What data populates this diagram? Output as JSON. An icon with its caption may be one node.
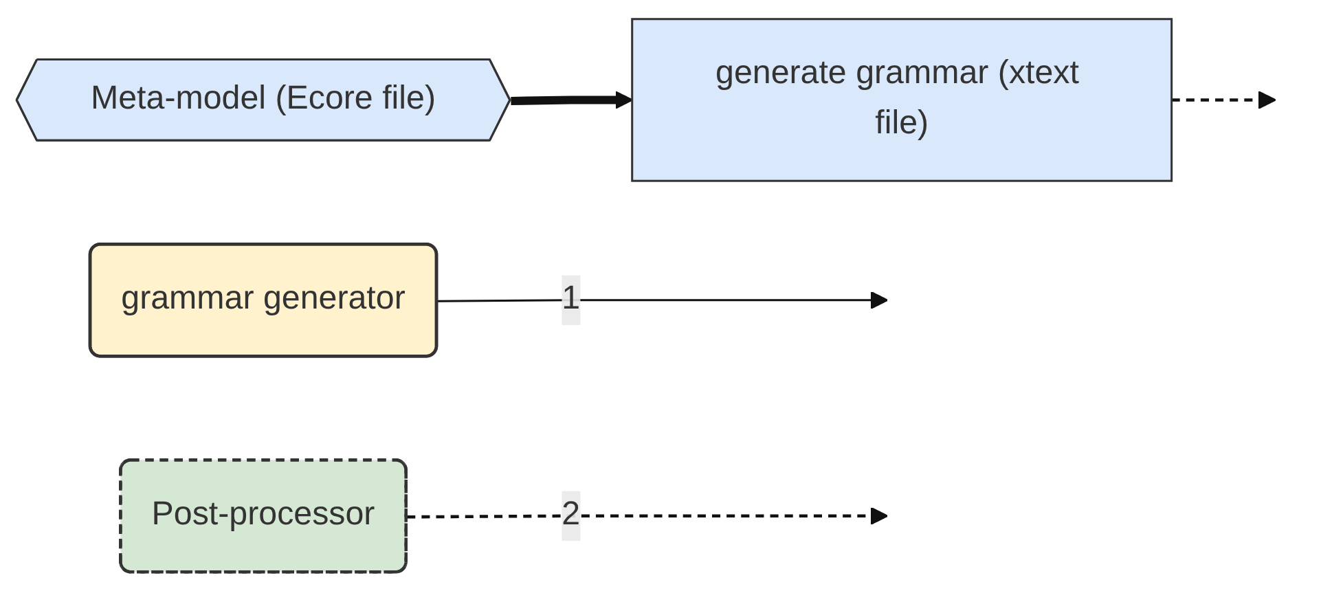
{
  "diagram": {
    "nodes": [
      {
        "text": [
          "grammar generator"
        ]
      },
      {
        "text": [
          "Post-processor"
        ]
      },
      {
        "text": [
          "Meta-model (Ecore file)"
        ]
      },
      {
        "text": [
          "generate grammar (xtext file)"
        ]
      }
    ],
    "edges": [
      {
        "from": 0,
        "to": null,
        "arrow": "to",
        "label": "1"
      },
      {
        "from": 1,
        "to": null,
        "arrow": "to",
        "label": "2",
        "style": "dashed"
      },
      {
        "from": 2,
        "to": 3,
        "arrow": "to",
        "style": "thick"
      },
      {
        "from": 3,
        "to": null,
        "arrow": "to",
        "style": "dashed"
      }
    ]
  }
}
